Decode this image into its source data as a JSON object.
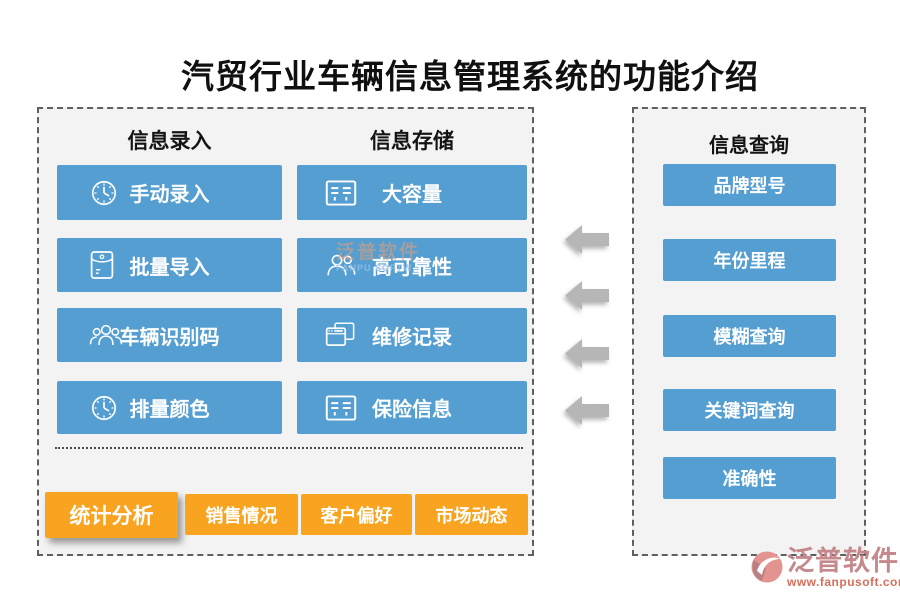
{
  "title": "汽贸行业车辆信息管理系统的功能介绍",
  "left_panel": {
    "columns": [
      {
        "header": "信息录入",
        "items": [
          {
            "label": "手动录入",
            "icon": "clock-icon"
          },
          {
            "label": "批量导入",
            "icon": "envelope-icon"
          },
          {
            "label": "车辆识别码",
            "icon": "people-group-icon"
          },
          {
            "label": "排量颜色",
            "icon": "clock-icon"
          }
        ]
      },
      {
        "header": "信息存储",
        "items": [
          {
            "label": "大容量",
            "icon": "form-list-icon"
          },
          {
            "label": "高可靠性",
            "icon": "people-pair-icon"
          },
          {
            "label": "维修记录",
            "icon": "stacked-windows-icon"
          },
          {
            "label": "保险信息",
            "icon": "form-list-icon"
          }
        ]
      }
    ],
    "footer_buttons": [
      "统计分析",
      "销售情况",
      "客户偏好",
      "市场动态"
    ]
  },
  "right_panel": {
    "header": "信息查询",
    "items": [
      "品牌型号",
      "年份里程",
      "模糊查询",
      "关键词查询",
      "准确性"
    ]
  },
  "arrows": {
    "count": 4,
    "direction": "left",
    "color": "#B6B6B6"
  },
  "watermark": {
    "text": "泛普软件",
    "subtext": "FANPU SOFTW"
  },
  "branding": {
    "name": "泛普软件",
    "url": "www.fanpusoft.com"
  },
  "colors": {
    "primary_blue": "#549ED2",
    "accent_orange": "#F9A420",
    "arrow_gray": "#B6B6B6",
    "panel_bg": "#F3F3F3",
    "brand_pink": "#C5898D",
    "brand_url_red": "#D4705C"
  }
}
